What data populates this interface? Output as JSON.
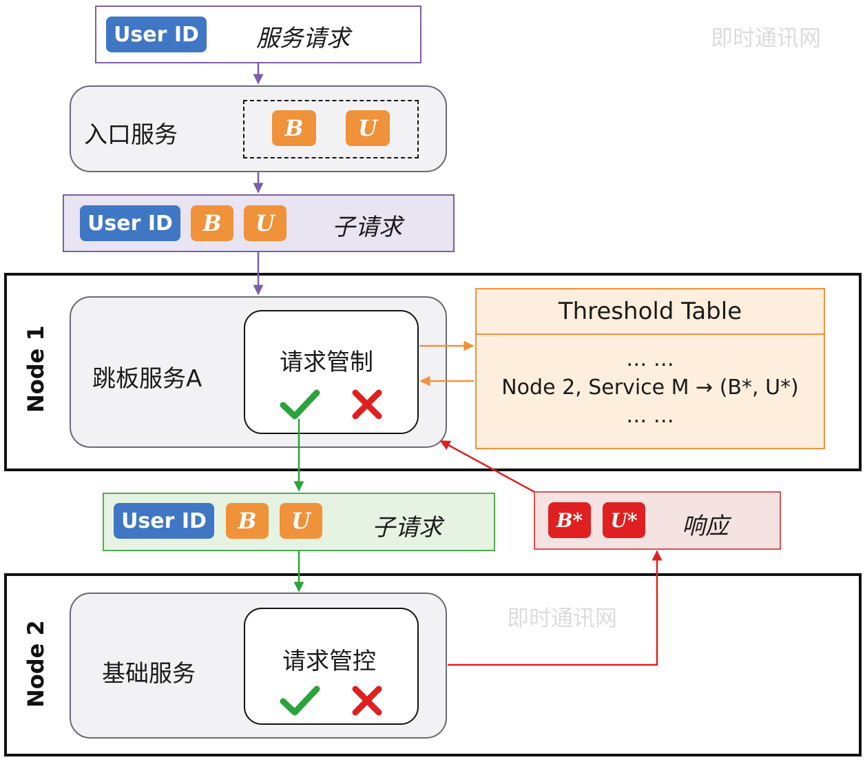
{
  "top_request": {
    "user_id": "User ID",
    "label": "服务请求"
  },
  "entry": {
    "label": "入口服务",
    "b": "B",
    "u": "U"
  },
  "sub_request_1": {
    "user_id": "User ID",
    "b": "B",
    "u": "U",
    "label": "子请求"
  },
  "node1": {
    "title": "Node 1",
    "service": "跳板服务A",
    "control": "请求管制",
    "table": {
      "title": "Threshold Table",
      "rows": [
        "… …",
        "Node 2, Service M → (B*, U*)",
        "… …"
      ]
    }
  },
  "sub_request_2": {
    "user_id": "User ID",
    "b": "B",
    "u": "U",
    "label": "子请求"
  },
  "response": {
    "b": "B*",
    "u": "U*",
    "label": "响应"
  },
  "node2": {
    "title": "Node 2",
    "service": "基础服务",
    "control": "请求管控"
  },
  "watermark": {
    "text": "即时通讯网"
  },
  "colors": {
    "purple": "#7b5ea7",
    "orange": "#f0923a",
    "green": "#2aa33a",
    "red": "#e02020",
    "blue": "#3f77c4"
  }
}
